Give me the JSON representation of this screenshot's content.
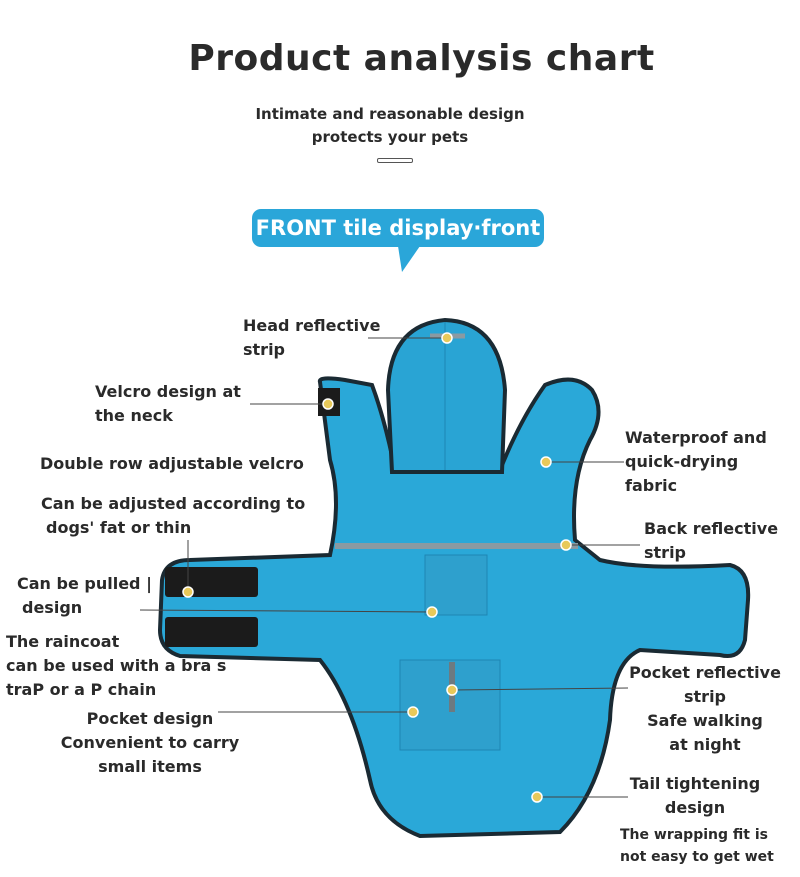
{
  "title": "Product analysis chart",
  "subtitle": [
    "Intimate and reasonable design",
    "protects your pets"
  ],
  "banner": "FRONT tile display·front",
  "colors": {
    "accent": "#2aa6d9",
    "coat": "#2aa8d8",
    "dot": "#e8c95a"
  },
  "labels": {
    "head": [
      "Head reflective",
      "strip"
    ],
    "velcro_neck": [
      "Velcro design at",
      "the neck"
    ],
    "double_row": "Double row adjustable velcro",
    "adjust": [
      "Can be adjusted according to",
      "dogs' fat or thin"
    ],
    "pulled": [
      "Can be pulled |",
      "design"
    ],
    "raincoat": [
      "The raincoat",
      "can be used with a bra s",
      "traP or a P chain"
    ],
    "pocket": [
      "Pocket design",
      "Convenient to carry",
      "small items"
    ],
    "waterproof": [
      "Waterproof and",
      "quick-drying",
      "fabric"
    ],
    "back": [
      "Back reflective",
      "strip"
    ],
    "pocket_reflective": [
      "Pocket reflective",
      "strip",
      "Safe walking",
      "at night"
    ],
    "tail": [
      "Tail tightening",
      "design"
    ],
    "wrap": [
      "The wrapping fit is",
      "not easy to get wet"
    ]
  }
}
